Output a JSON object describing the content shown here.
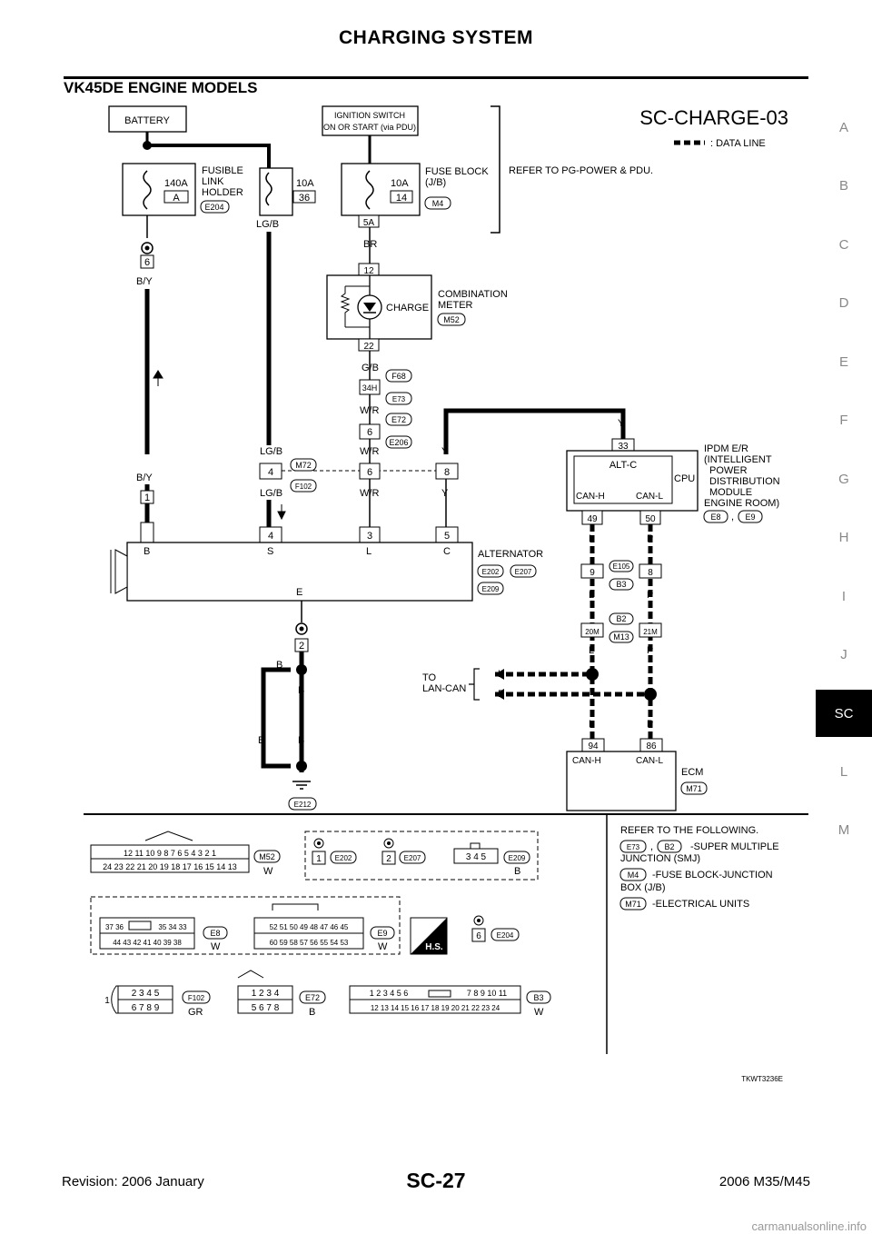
{
  "header": {
    "title": "CHARGING SYSTEM",
    "section": "VK45DE ENGINE MODELS"
  },
  "side_tabs": [
    "A",
    "B",
    "C",
    "D",
    "E",
    "F",
    "G",
    "H",
    "I",
    "J",
    "SC",
    "L",
    "M"
  ],
  "active_tab": "SC",
  "diagram": {
    "id": "SC-CHARGE-03",
    "legend_data_line": ": DATA LINE",
    "refer_pg": "REFER TO PG-POWER & PDU.",
    "battery": "BATTERY",
    "ignition": [
      "IGNITION SWITCH",
      "ON OR START (via PDU)"
    ],
    "fusible_link": {
      "amp": "140A",
      "pos": "A",
      "label": [
        "FUSIBLE",
        "LINK",
        "HOLDER"
      ],
      "conn": "E204"
    },
    "fuse_10a_36": {
      "amp": "10A",
      "pos": "36"
    },
    "fuse_block": {
      "amp": "10A",
      "pos": "14",
      "label": [
        "FUSE BLOCK",
        "(J/B)"
      ],
      "conn": "M4",
      "term": "5A"
    },
    "combination_meter": {
      "label": [
        "COMBINATION",
        "METER"
      ],
      "conn": "M52",
      "lamp": "CHARGE",
      "term_top": "12",
      "term_bottom": "22"
    },
    "ipdm": {
      "label": [
        "IPDM E/R",
        "(INTELLIGENT",
        "POWER",
        "DISTRIBUTION",
        "MODULE",
        "ENGINE ROOM)"
      ],
      "conns": [
        "E8",
        "E9"
      ],
      "alt_c": "ALT-C",
      "cpu": "CPU",
      "can_h": "CAN-H",
      "can_l": "CAN-L",
      "term_y": "33",
      "term_h": "49",
      "term_l": "50"
    },
    "alternator": {
      "label": "ALTERNATOR",
      "conns": [
        "E202",
        "E207",
        "E209"
      ],
      "terms": [
        "B",
        "S",
        "L",
        "C",
        "E"
      ]
    },
    "ecm": {
      "label": "ECM",
      "conn": "M71",
      "can_h": "CAN-H",
      "can_l": "CAN-L",
      "term_h": "94",
      "term_l": "86"
    },
    "lan_can": [
      "TO",
      "LAN-CAN"
    ],
    "wires": {
      "by": "B/Y",
      "lgb": "LG/B",
      "br": "BR",
      "gb": "G/B",
      "wr": "W/R",
      "y": "Y",
      "l": "L",
      "p": "P",
      "b": "B"
    },
    "connectors": [
      "M72",
      "F102",
      "F68",
      "E73",
      "E72",
      "E206",
      "E105",
      "B3",
      "B2",
      "M13",
      "E212"
    ],
    "terminals": {
      "t6": "6",
      "t1": "1",
      "t2": "2",
      "t4": "4",
      "t3": "3",
      "t5": "5",
      "t8": "8",
      "t34h": "34H",
      "t9": "9",
      "t20m": "20M",
      "t21m": "21M"
    },
    "refer_following": [
      "REFER TO THE FOLLOWING.",
      "-SUPER MULTIPLE",
      "JUNCTION (SMJ)",
      "-FUSE BLOCK-JUNCTION",
      "BOX (J/B)",
      "-ELECTRICAL UNITS"
    ],
    "connector_views": {
      "m52_color": "W",
      "e209_color": "B",
      "e8_color": "W",
      "e9_color": "W",
      "e206_color": "GR",
      "f68_color": "B",
      "b3_color": "W",
      "hs": "H.S."
    },
    "figure_code": "TKWT3236E"
  },
  "footer": {
    "left": "Revision: 2006 January",
    "center": "SC-27",
    "right": "2006 M35/M45"
  },
  "watermark": "carmanualsonline.info"
}
